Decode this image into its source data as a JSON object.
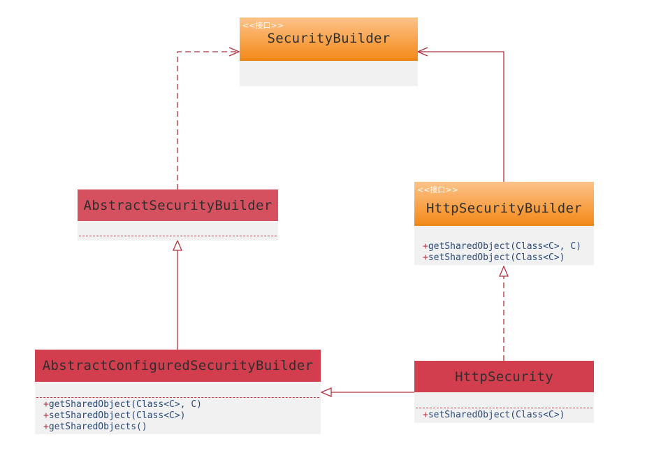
{
  "colors": {
    "interface_header": "#f79b3b",
    "abstract_header": "#d65160",
    "class_header": "#d23e4e",
    "body": "#f1f1f1",
    "connector": "#b4303c",
    "method_text": "#2a4a7a"
  },
  "classes": {
    "security_builder": {
      "stereotype": "<<接口>>",
      "name": "SecurityBuilder",
      "methods": []
    },
    "abstract_security_builder": {
      "name": "AbstractSecurityBuilder",
      "methods": []
    },
    "http_security_builder": {
      "stereotype": "<<接口>>",
      "name": "HttpSecurityBuilder",
      "methods": [
        {
          "visibility": "+",
          "signature": "getSharedObject(Class<C>, C)"
        },
        {
          "visibility": "+",
          "signature": "setSharedObject(Class<C>)"
        }
      ]
    },
    "abstract_configured_security_builder": {
      "name": "AbstractConfiguredSecurityBuilder",
      "methods": [
        {
          "visibility": "+",
          "signature": "getSharedObject(Class<C>, C)"
        },
        {
          "visibility": "+",
          "signature": "setSharedObject(Class<C>)"
        },
        {
          "visibility": "+",
          "signature": "getSharedObjects()"
        }
      ]
    },
    "http_security": {
      "name": "HttpSecurity",
      "methods": [
        {
          "visibility": "+",
          "signature": "setSharedObject(Class<C>)"
        }
      ]
    }
  },
  "relations": [
    {
      "from": "AbstractSecurityBuilder",
      "to": "SecurityBuilder",
      "kind": "realization"
    },
    {
      "from": "HttpSecurityBuilder",
      "to": "SecurityBuilder",
      "kind": "association"
    },
    {
      "from": "AbstractConfiguredSecurityBuilder",
      "to": "AbstractSecurityBuilder",
      "kind": "generalization"
    },
    {
      "from": "HttpSecurity",
      "to": "HttpSecurityBuilder",
      "kind": "realization"
    },
    {
      "from": "HttpSecurity",
      "to": "AbstractConfiguredSecurityBuilder",
      "kind": "generalization"
    }
  ]
}
